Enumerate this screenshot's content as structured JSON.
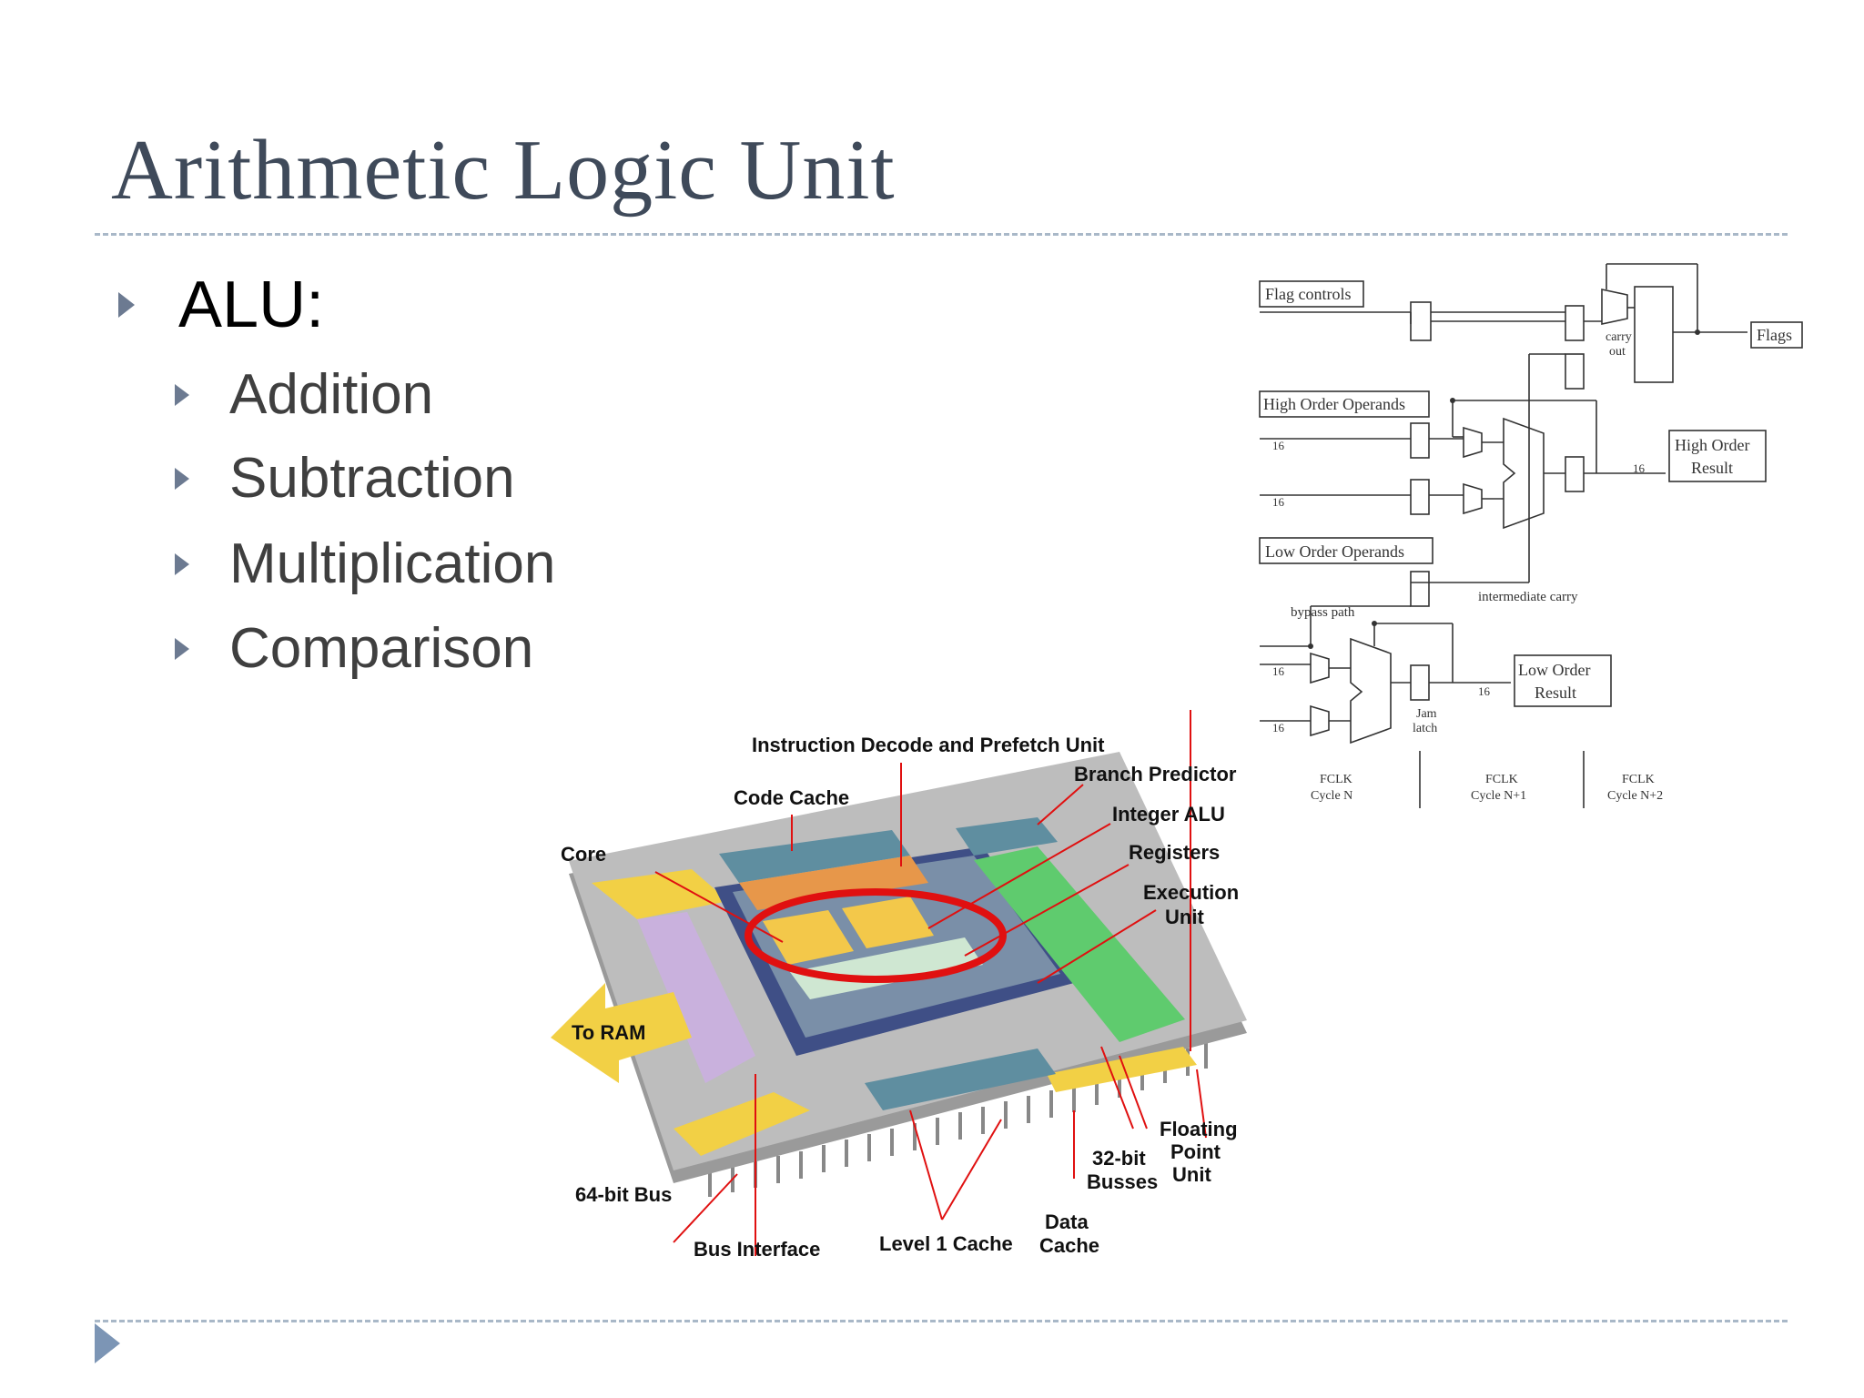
{
  "slide": {
    "title": "Arithmetic Logic Unit",
    "bullets": [
      {
        "text": "ALU:",
        "sub": [
          "Addition",
          "Subtraction",
          "Multiplication",
          "Comparison"
        ]
      }
    ]
  },
  "timing_diagram": {
    "boxes": {
      "flag_controls": "Flag controls",
      "flags": "Flags",
      "high_operands": "High Order Operands",
      "high_result_1": "High Order",
      "high_result_2": "Result",
      "low_operands": "Low Order Operands",
      "low_result_1": "Low Order",
      "low_result_2": "Result"
    },
    "labels": {
      "carry_1": "carry",
      "carry_2": "out",
      "intermediate": "intermediate carry",
      "bypass": "bypass path",
      "jam_1": "Jam",
      "jam_2": "latch",
      "width": "16"
    },
    "cycles": [
      {
        "line1": "FCLK",
        "line2": "Cycle N"
      },
      {
        "line1": "FCLK",
        "line2": "Cycle N+1"
      },
      {
        "line1": "FCLK",
        "line2": "Cycle N+2"
      }
    ]
  },
  "chip_diagram": {
    "labels": {
      "decode": "Instruction Decode and Prefetch Unit",
      "code_cache": "Code Cache",
      "branch": "Branch Predictor",
      "core": "Core",
      "integer_alu": "Integer ALU",
      "registers": "Registers",
      "exec_1": "Execution",
      "exec_2": "Unit",
      "to_ram": "To RAM",
      "fpu_1": "Floating",
      "fpu_2": "Point",
      "fpu_3": "Unit",
      "bus32_1": "32-bit",
      "bus32_2": "Busses",
      "bus64": "64-bit Bus",
      "data_1": "Data",
      "data_2": "Cache",
      "bus_interface": "Bus Interface",
      "l1_cache": "Level 1 Cache"
    },
    "colors": {
      "highlight": "#e01010",
      "alu": "#f3c84a",
      "board": "#b9b9b9",
      "cache": "#5f8ea0",
      "fpu": "#5fcb6e",
      "bus_interface": "#c9b1dd",
      "bus": "#f2d045"
    }
  }
}
